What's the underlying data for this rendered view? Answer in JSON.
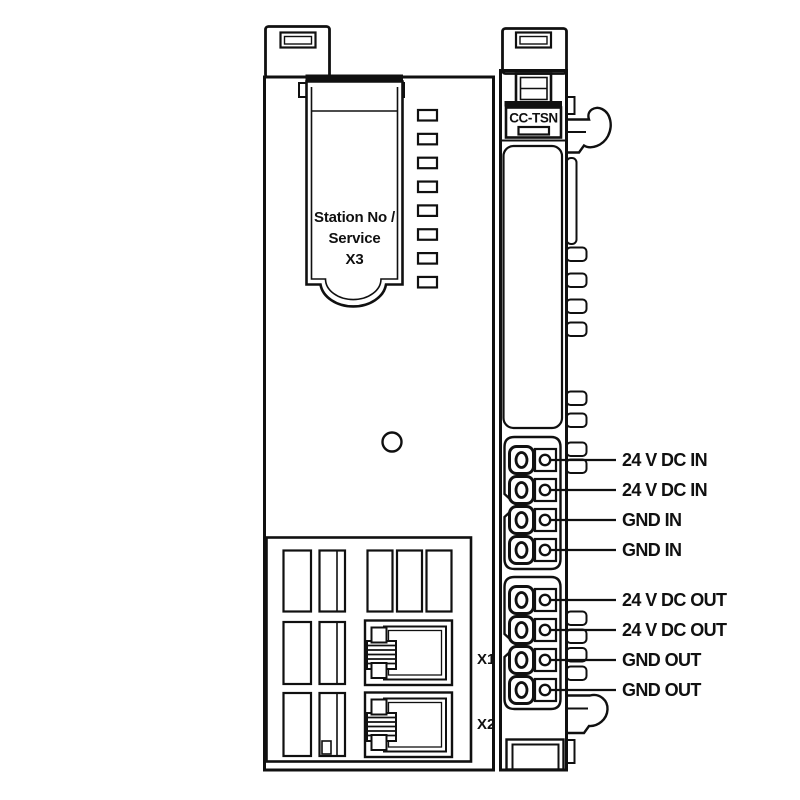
{
  "diagram_title": "Bus coupler module outline drawing",
  "colors": {
    "line": "#101010",
    "background": "#ffffff"
  },
  "module": {
    "badge": "CC-TSN",
    "door": {
      "line1": "Station No /",
      "line2": "Service",
      "line3": "X3"
    },
    "led_count": 8,
    "ports": [
      {
        "id": "X1"
      },
      {
        "id": "X2"
      }
    ]
  },
  "pins": {
    "in": [
      "24 V DC IN",
      "24 V DC IN",
      "GND IN",
      "GND IN"
    ],
    "out": [
      "24 V DC OUT",
      "24 V DC OUT",
      "GND OUT",
      "GND OUT"
    ]
  }
}
